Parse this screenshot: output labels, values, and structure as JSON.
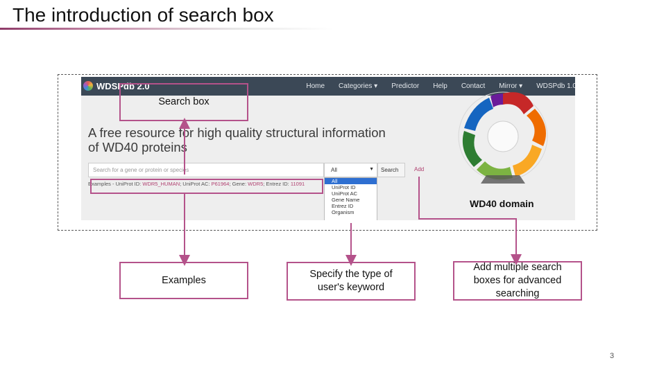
{
  "slide": {
    "title": "The introduction of search box",
    "page_number": "3"
  },
  "screenshot": {
    "navbar": {
      "brand": "WDSPdb 2.0",
      "items": [
        "Home",
        "Categories ▾",
        "Predictor",
        "Help",
        "Contact",
        "Mirror ▾",
        "WDSPdb 1.0"
      ]
    },
    "headline_line1": "A free resource for high quality structural information",
    "headline_line2": "of WD40 proteins",
    "search": {
      "placeholder": "Search for a gene or protein or species",
      "type_selected": "All",
      "button_label": "Search",
      "add_label": "Add"
    },
    "examples": {
      "prefix": "Examples - UniProt ID:",
      "uniprot_id": "WDR5_HUMAN",
      "sep1": "; UniProt AC:",
      "uniprot_ac": "P61964",
      "sep2": "; Gene:",
      "gene": "WDR5",
      "sep3": "; Entrez ID:",
      "entrez": "11091"
    },
    "type_options": [
      "All",
      "UniProt ID",
      "UniProt AC",
      "Gene Name",
      "Entrez ID",
      "Organism"
    ],
    "structure_caption": "WD40 domain"
  },
  "callouts": {
    "search_box": "Search box",
    "examples": "Examples",
    "type_line1": "Specify the type of",
    "type_line2": "user's keyword",
    "add_line1": "Add multiple search",
    "add_line2": "boxes for advanced",
    "add_line3": "searching"
  },
  "colors": {
    "accent": "#b4528a",
    "navbar": "#3b4856",
    "link": "#b04070",
    "selected_option": "#2e6fd1"
  }
}
